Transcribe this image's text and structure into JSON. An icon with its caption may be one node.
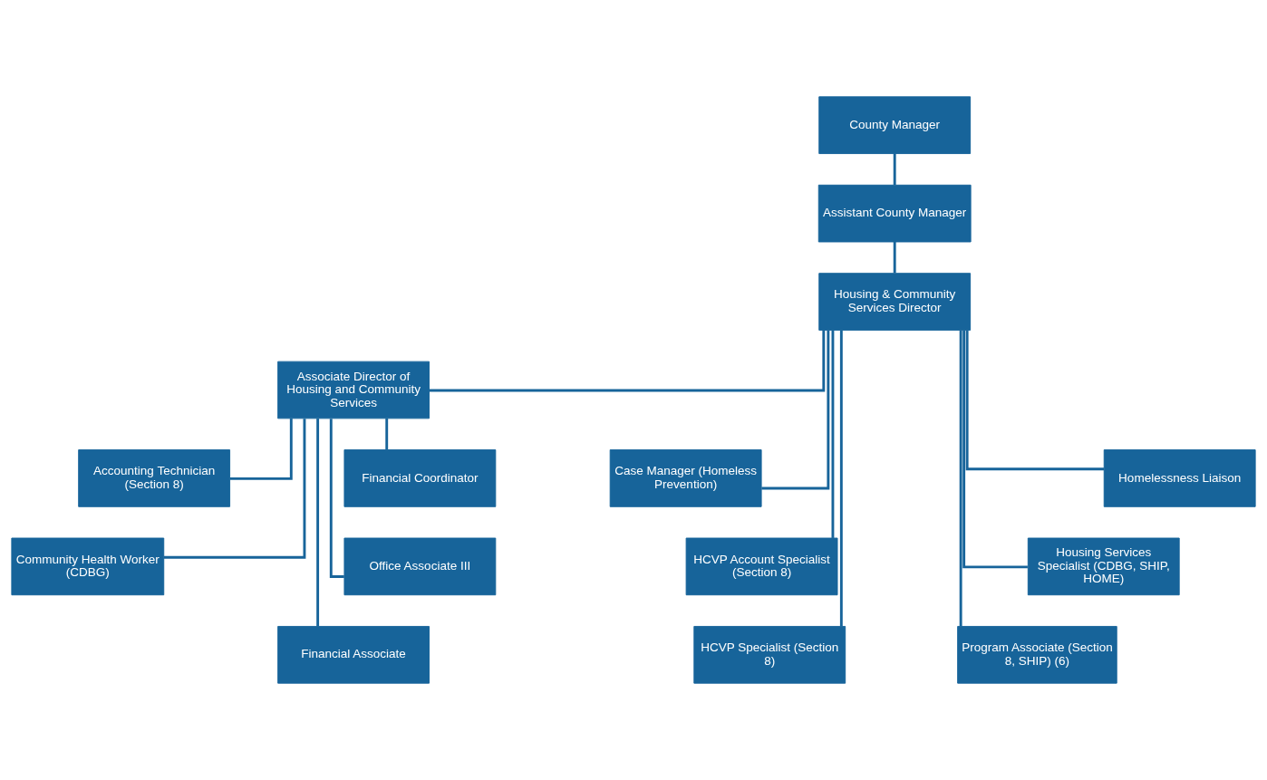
{
  "diagram": {
    "nodes": [
      {
        "text": [
          "County Manager"
        ]
      },
      {
        "text": [
          "Assistant County Manager"
        ]
      },
      {
        "text": [
          "Housing & Community Services Director"
        ]
      },
      {
        "text": [
          "Associate Director of Housing and Community Services"
        ]
      },
      {
        "text": [
          "Case Manager (Homeless Prevention)"
        ]
      },
      {
        "text": [
          "Homelessness Liaison"
        ]
      },
      {
        "text": [
          "Financial Coordinator"
        ]
      },
      {
        "text": [
          "Accounting Technician (Section 8)"
        ]
      },
      {
        "text": [
          "HCVP Account Specialist (Section 8)"
        ]
      },
      {
        "text": [
          "Housing Services Specialist (CDBG, SHIP, HOME)"
        ]
      },
      {
        "text": [
          "Office Associate III"
        ]
      },
      {
        "text": [
          "Community Health Worker (CDBG)"
        ]
      },
      {
        "text": [
          "HCVP Specialist (Section 8)"
        ]
      },
      {
        "text": [
          "Program Associate (Section 8, SHIP) (6)"
        ]
      },
      {
        "text": [
          "Financial Associate"
        ]
      }
    ],
    "edges": [
      {
        "from": 0,
        "to": 1,
        "arrow": "none"
      },
      {
        "from": 1,
        "to": 2,
        "arrow": "none"
      },
      {
        "from": 2,
        "to": 3,
        "arrow": "none"
      },
      {
        "from": 2,
        "to": 4,
        "arrow": "none"
      },
      {
        "from": 2,
        "to": 5,
        "arrow": "none"
      },
      {
        "from": 2,
        "to": 8,
        "arrow": "none"
      },
      {
        "from": 2,
        "to": 9,
        "arrow": "none"
      },
      {
        "from": 2,
        "to": 12,
        "arrow": "none"
      },
      {
        "from": 2,
        "to": 13,
        "arrow": "none"
      },
      {
        "from": 3,
        "to": 6,
        "arrow": "none"
      },
      {
        "from": 3,
        "to": 7,
        "arrow": "none"
      },
      {
        "from": 3,
        "to": 10,
        "arrow": "none"
      },
      {
        "from": 3,
        "to": 11,
        "arrow": "none"
      },
      {
        "from": 3,
        "to": 14,
        "arrow": "none"
      }
    ]
  }
}
